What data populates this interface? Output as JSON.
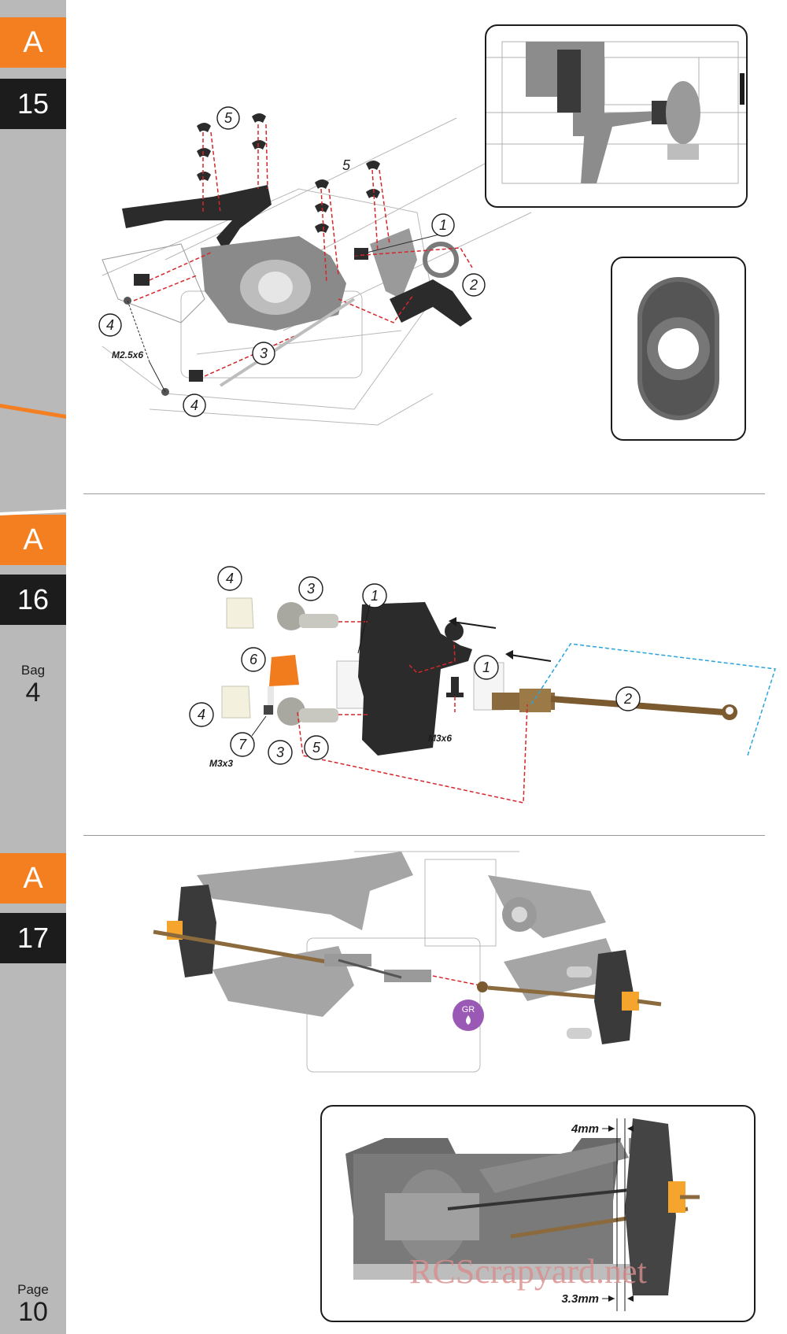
{
  "sidebar": {
    "steps": [
      {
        "section": "A",
        "number": "15"
      },
      {
        "section": "A",
        "number": "16"
      },
      {
        "section": "A",
        "number": "17"
      }
    ],
    "bag": {
      "label": "Bag",
      "number": "4"
    },
    "page": {
      "label": "Page",
      "number": "10"
    }
  },
  "step15": {
    "callouts": [
      "5",
      "5",
      "1",
      "2",
      "3",
      "4",
      "4"
    ],
    "screw": "M2.5x6"
  },
  "step16": {
    "callouts": [
      "4",
      "3",
      "1",
      "6",
      "1",
      "2",
      "4",
      "7",
      "3",
      "5"
    ],
    "screws": {
      "m3x6": "M3x6",
      "m3x3": "M3x3"
    }
  },
  "step17": {
    "grease_badge": "GR",
    "dimensions": {
      "top": "4mm",
      "bottom": "3.3mm"
    }
  },
  "watermark": "RCScrapyard.net",
  "colors": {
    "orange": "#f47f20",
    "black": "#1c1c1c",
    "sidebar": "#b9b9b9",
    "red_dash": "#d6262b",
    "blue_dash": "#2aa3d9",
    "purple": "#9b59b6"
  }
}
